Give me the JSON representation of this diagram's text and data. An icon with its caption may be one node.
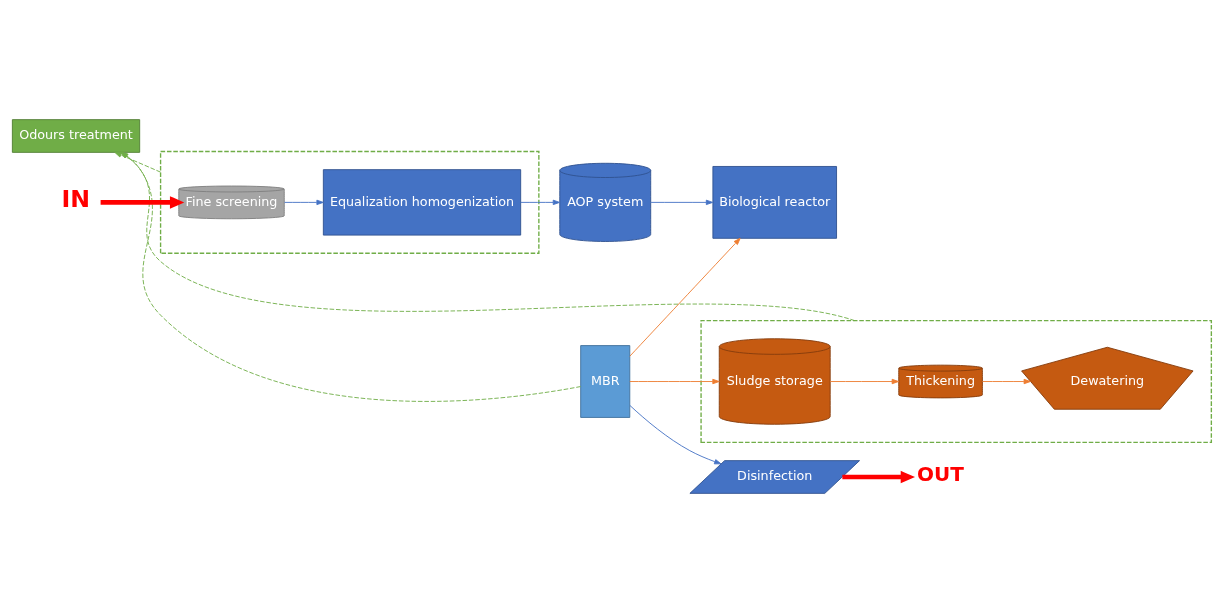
{
  "diagram": {
    "nodes": [
      {
        "text": [
          "Odours treatment"
        ]
      },
      {
        "text": [],
        "shape": "box"
      },
      {
        "text": [
          "Fine screening"
        ],
        "in": 1
      },
      {
        "text": [
          "Equalization homogenization"
        ],
        "in": 1
      },
      {
        "text": [
          "AOP system"
        ]
      },
      {
        "text": [],
        "shape": "box"
      },
      {
        "text": [
          "Thickening"
        ],
        "in": 5
      },
      {
        "text": [
          "Dewatering"
        ],
        "in": 5
      },
      {
        "text": [
          "Sludge storage"
        ],
        "in": 5
      },
      {
        "text": [
          "Biological reactor"
        ]
      },
      {
        "text": [
          "MBR"
        ]
      },
      {
        "text": [
          "Disinfection"
        ]
      },
      {
        "text": [
          "IN"
        ]
      },
      {
        "text": [
          "OUT"
        ]
      }
    ],
    "edges": [
      {
        "from": 12,
        "to": 2,
        "arrow": "to",
        "style": "thick",
        "color": "#ff0000"
      },
      {
        "from": 2,
        "to": 3,
        "arrow": "to"
      },
      {
        "from": 3,
        "to": 4,
        "arrow": "to"
      },
      {
        "from": 4,
        "to": 9,
        "arrow": "to"
      },
      {
        "from": 10,
        "to": 11,
        "arrow": "to"
      },
      {
        "from": 11,
        "to": 13,
        "arrow": "to",
        "style": "thick",
        "color": "#ff0000"
      },
      {
        "from": 10,
        "to": 8,
        "arrow": "to",
        "color": "#ed7d31"
      },
      {
        "from": 10,
        "to": 9,
        "arrow": "to",
        "color": "#ed7d31"
      },
      {
        "from": 8,
        "to": 6,
        "arrow": "to",
        "color": "#ed7d31"
      },
      {
        "from": 6,
        "to": 7,
        "arrow": "to",
        "color": "#ed7d31"
      },
      {
        "from": 1,
        "to": 0,
        "arrow": "to",
        "style": "dashed",
        "color": "#70ad47"
      },
      {
        "from": 10,
        "to": 0,
        "arrow": "to",
        "style": "dashed",
        "color": "#70ad47"
      },
      {
        "from": 5,
        "to": 0,
        "arrow": "to",
        "style": "dashed",
        "color": "#70ad47"
      }
    ]
  }
}
